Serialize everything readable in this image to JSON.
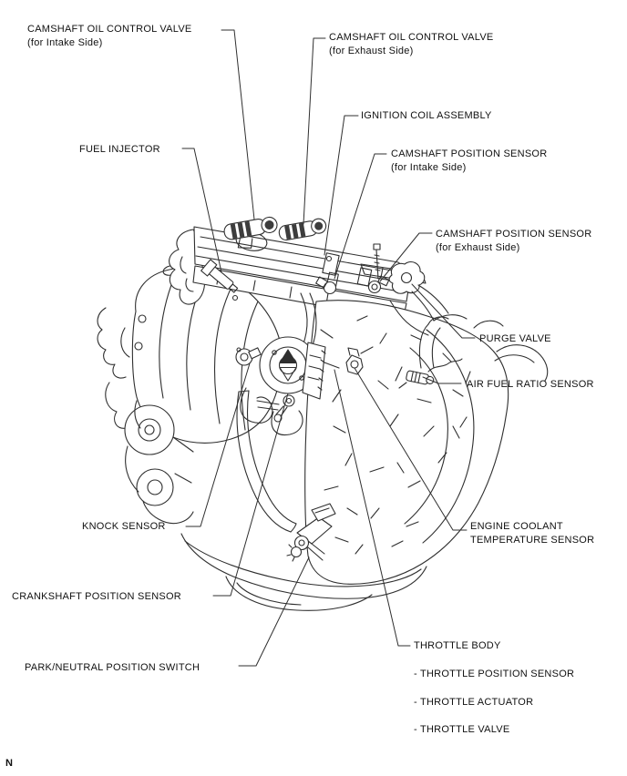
{
  "diagram": {
    "corner_mark": "N",
    "colors": {
      "background": "#ffffff",
      "line_art": "#2f2f2f",
      "label_text": "#111111"
    },
    "labels": {
      "ocv_intake": {
        "text": "CAMSHAFT OIL CONTROL VALVE",
        "sub": "(for Intake Side)"
      },
      "ocv_exhaust": {
        "text": "CAMSHAFT OIL CONTROL VALVE",
        "sub": "(for Exhaust Side)"
      },
      "ignition_coil": {
        "text": "IGNITION COIL ASSEMBLY"
      },
      "fuel_injector": {
        "text": "FUEL INJECTOR"
      },
      "cam_sensor_intake": {
        "text": "CAMSHAFT POSITION SENSOR",
        "sub": "(for Intake Side)"
      },
      "cam_sensor_exhaust": {
        "text": "CAMSHAFT POSITION SENSOR",
        "sub": "(for Exhaust Side)"
      },
      "purge_valve": {
        "text": "PURGE VALVE"
      },
      "af_sensor": {
        "text": "AIR FUEL RATIO SENSOR"
      },
      "knock_sensor": {
        "text": "KNOCK SENSOR"
      },
      "ect_sensor": {
        "text": "ENGINE COOLANT",
        "sub": "TEMPERATURE SENSOR"
      },
      "crank_sensor": {
        "text": "CRANKSHAFT POSITION SENSOR"
      },
      "pn_switch": {
        "text": "PARK/NEUTRAL POSITION SWITCH"
      },
      "throttle_body": {
        "text": "THROTTLE BODY"
      },
      "throttle_sub_1": {
        "text": "- THROTTLE POSITION SENSOR"
      },
      "throttle_sub_2": {
        "text": "- THROTTLE ACTUATOR"
      },
      "throttle_sub_3": {
        "text": "- THROTTLE VALVE"
      }
    }
  }
}
